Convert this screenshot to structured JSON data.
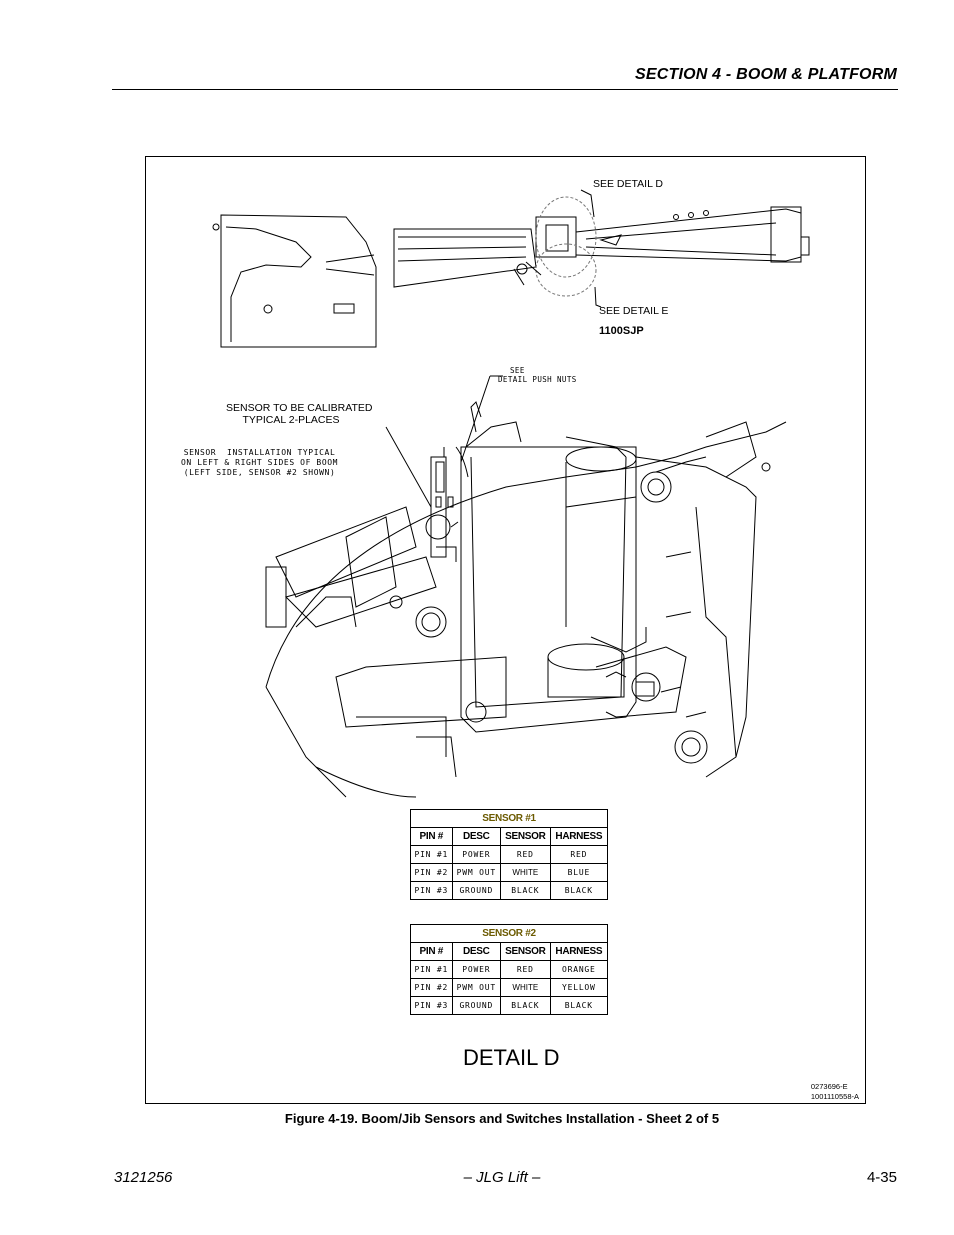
{
  "header": {
    "section_title": "SECTION 4 - BOOM & PLATFORM"
  },
  "figure": {
    "callouts": {
      "see_detail_d": "SEE DETAIL D",
      "see_detail_e": "SEE DETAIL E",
      "model": "1100SJP",
      "see_detail_push_nuts_a": "SEE",
      "see_detail_push_nuts_b": "DETAIL  PUSH NUTS",
      "sensor_calibrated_line1": "SENSOR TO BE CALIBRATED",
      "sensor_calibrated_line2": "TYPICAL 2-PLACES",
      "installation_note": "SENSOR  INSTALLATION TYPICAL\nON LEFT & RIGHT SIDES OF BOOM\n(LEFT SIDE, SENSOR #2 SHOWN)"
    },
    "sensor_tables": [
      {
        "title": "SENSOR  #1",
        "headers": [
          "PIN  #",
          "DESC",
          "SENSOR",
          "HARNESS"
        ],
        "rows": [
          [
            "PIN #1",
            "POWER",
            "RED",
            "RED"
          ],
          [
            "PIN #2",
            "PWM OUT",
            "WHITE",
            "BLUE"
          ],
          [
            "PIN #3",
            "GROUND",
            "BLACK",
            "BLACK"
          ]
        ]
      },
      {
        "title": "SENSOR  #2",
        "headers": [
          "PIN  #",
          "DESC",
          "SENSOR",
          "HARNESS"
        ],
        "rows": [
          [
            "PIN #1",
            "POWER",
            "RED",
            "ORANGE"
          ],
          [
            "PIN #2",
            "PWM OUT",
            "WHITE",
            "YELLOW"
          ],
          [
            "PIN #3",
            "GROUND",
            "BLACK",
            "BLACK"
          ]
        ]
      }
    ],
    "detail_title": "DETAIL D",
    "drawing_numbers": [
      "0273696-E",
      "1001110558-A"
    ]
  },
  "caption": "Figure 4-19.  Boom/Jib Sensors and Switches Installation - Sheet 2 of 5",
  "footer": {
    "doc_number": "3121256",
    "center": "– JLG Lift –",
    "page": "4-35"
  }
}
